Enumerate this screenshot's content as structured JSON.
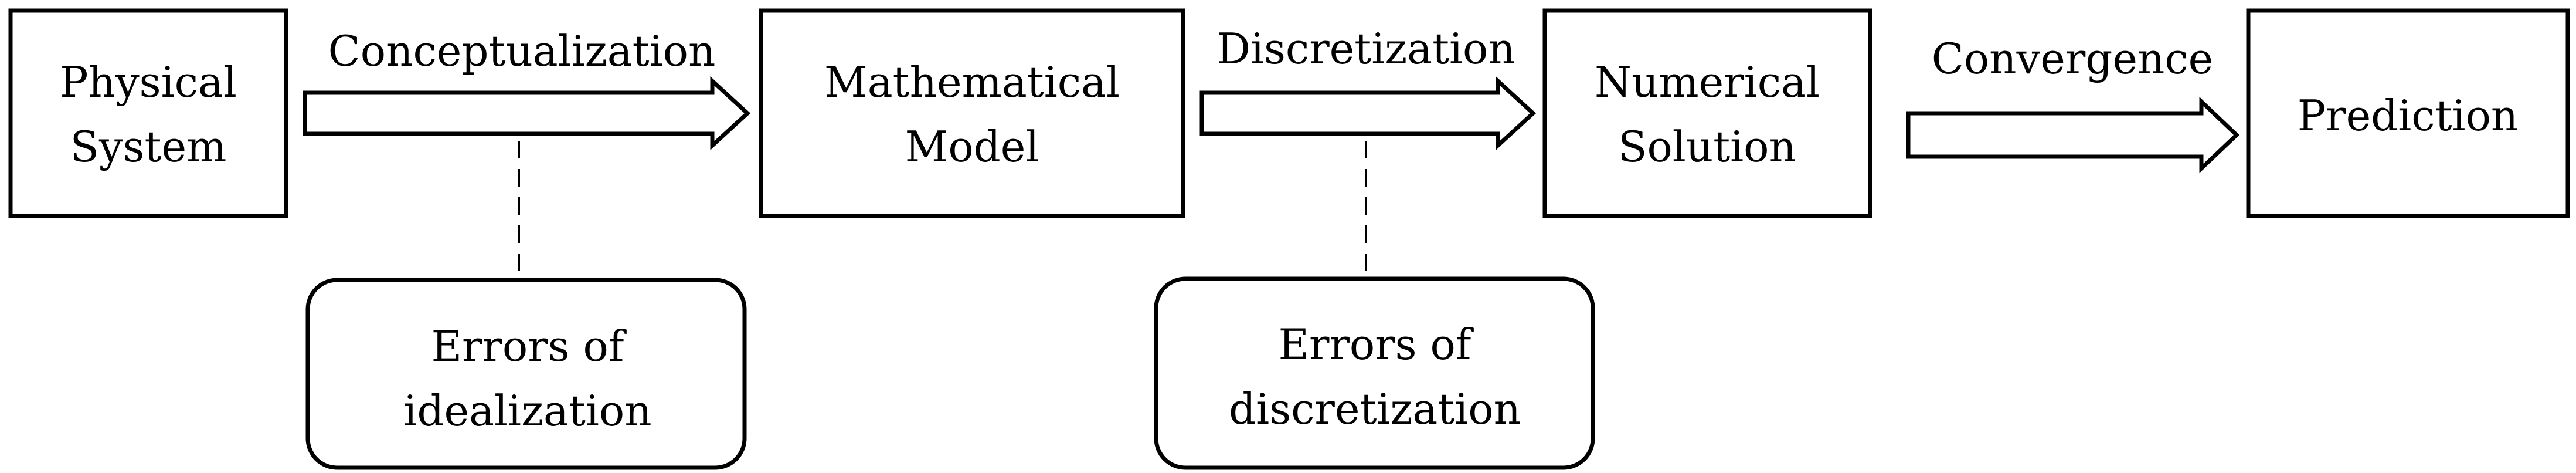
{
  "diagram": {
    "stages": [
      {
        "line1": "Physical",
        "line2": "System"
      },
      {
        "line1": "Mathematical",
        "line2": "Model"
      },
      {
        "line1": "Numerical",
        "line2": "Solution"
      },
      {
        "line1": "Prediction"
      }
    ],
    "transitions": [
      {
        "label": "Conceptualization"
      },
      {
        "label": "Discretization"
      },
      {
        "label": "Convergence"
      }
    ],
    "errors": [
      {
        "line1": "Errors of",
        "line2": "idealization"
      },
      {
        "line1": "Errors of",
        "line2": "discretization"
      }
    ]
  }
}
